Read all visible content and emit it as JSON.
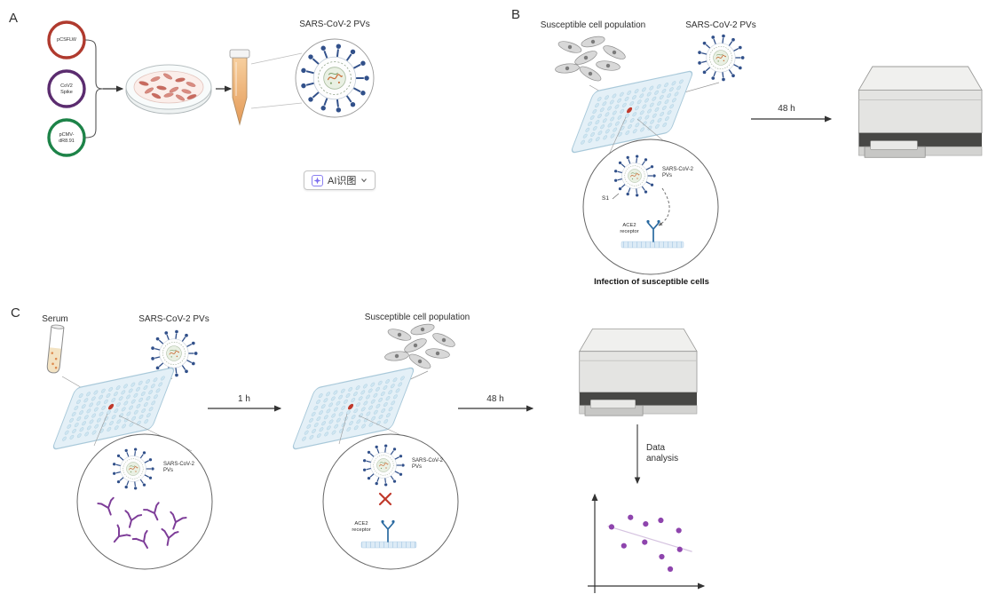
{
  "panel_a": {
    "label": "A",
    "plasmid1": "pCSFLW",
    "plasmid2_line1": "CoV2",
    "plasmid2_line2": "Spike",
    "plasmid3_line1": "pCMV-",
    "plasmid3_line2": "dR8.91",
    "pvs_label": "SARS-CoV-2 PVs"
  },
  "ai_button": {
    "label": "AI识图"
  },
  "panel_b": {
    "label": "B",
    "cells_label": "Susceptible cell population",
    "pvs_label": "SARS-CoV-2 PVs",
    "time_label": "48 h",
    "zoom_pvs_line1": "SARS-CoV-2",
    "zoom_pvs_line2": "PVs",
    "s1_label": "S1",
    "ace2_line1": "ACE2",
    "ace2_line2": "receptor",
    "caption": "Infection of susceptible cells"
  },
  "panel_c": {
    "label": "C",
    "serum_label": "Serum",
    "pvs_label": "SARS-CoV-2 PVs",
    "zoom1_pvs_line1": "SARS-CoV-2",
    "zoom1_pvs_line2": "PVs",
    "time1_label": "1 h",
    "cells_label": "Susceptible cell population",
    "zoom2_pvs_line1": "SARS-CoV-2",
    "zoom2_pvs_line2": "PVs",
    "ace2_line1": "ACE2",
    "ace2_line2": "receptor",
    "time2_label": "48 h",
    "analysis_line1": "Data",
    "analysis_line2": "analysis"
  },
  "chart_data": {
    "type": "scatter",
    "title": "",
    "xlabel": "",
    "ylabel": "",
    "xlim": [
      0,
      10.5
    ],
    "ylim": [
      0,
      10.5
    ],
    "points": [
      [
        1.4,
        7.4
      ],
      [
        3.4,
        8.7
      ],
      [
        5.0,
        7.8
      ],
      [
        6.6,
        8.3
      ],
      [
        8.5,
        6.9
      ],
      [
        2.7,
        4.8
      ],
      [
        4.9,
        5.3
      ],
      [
        6.7,
        3.3
      ],
      [
        8.6,
        4.3
      ],
      [
        7.6,
        1.6
      ]
    ],
    "trend": [
      [
        1.0,
        7.5
      ],
      [
        9.9,
        4.0
      ]
    ],
    "point_color": "#8e44ad",
    "trend_color": "#d5c3e0"
  },
  "colors": {
    "plasmid_pcsflw": "#b03a2e",
    "plasmid_spike": "#5b2c6f",
    "plasmid_pcmv": "#1d8348",
    "virus_spike": "#31508a",
    "sample_well": "#c0392b",
    "antibody": "#7d3c98",
    "block_x": "#c0392b",
    "plate_fill": "#e4f0f7",
    "ai_accent": "#7b6cf0"
  }
}
